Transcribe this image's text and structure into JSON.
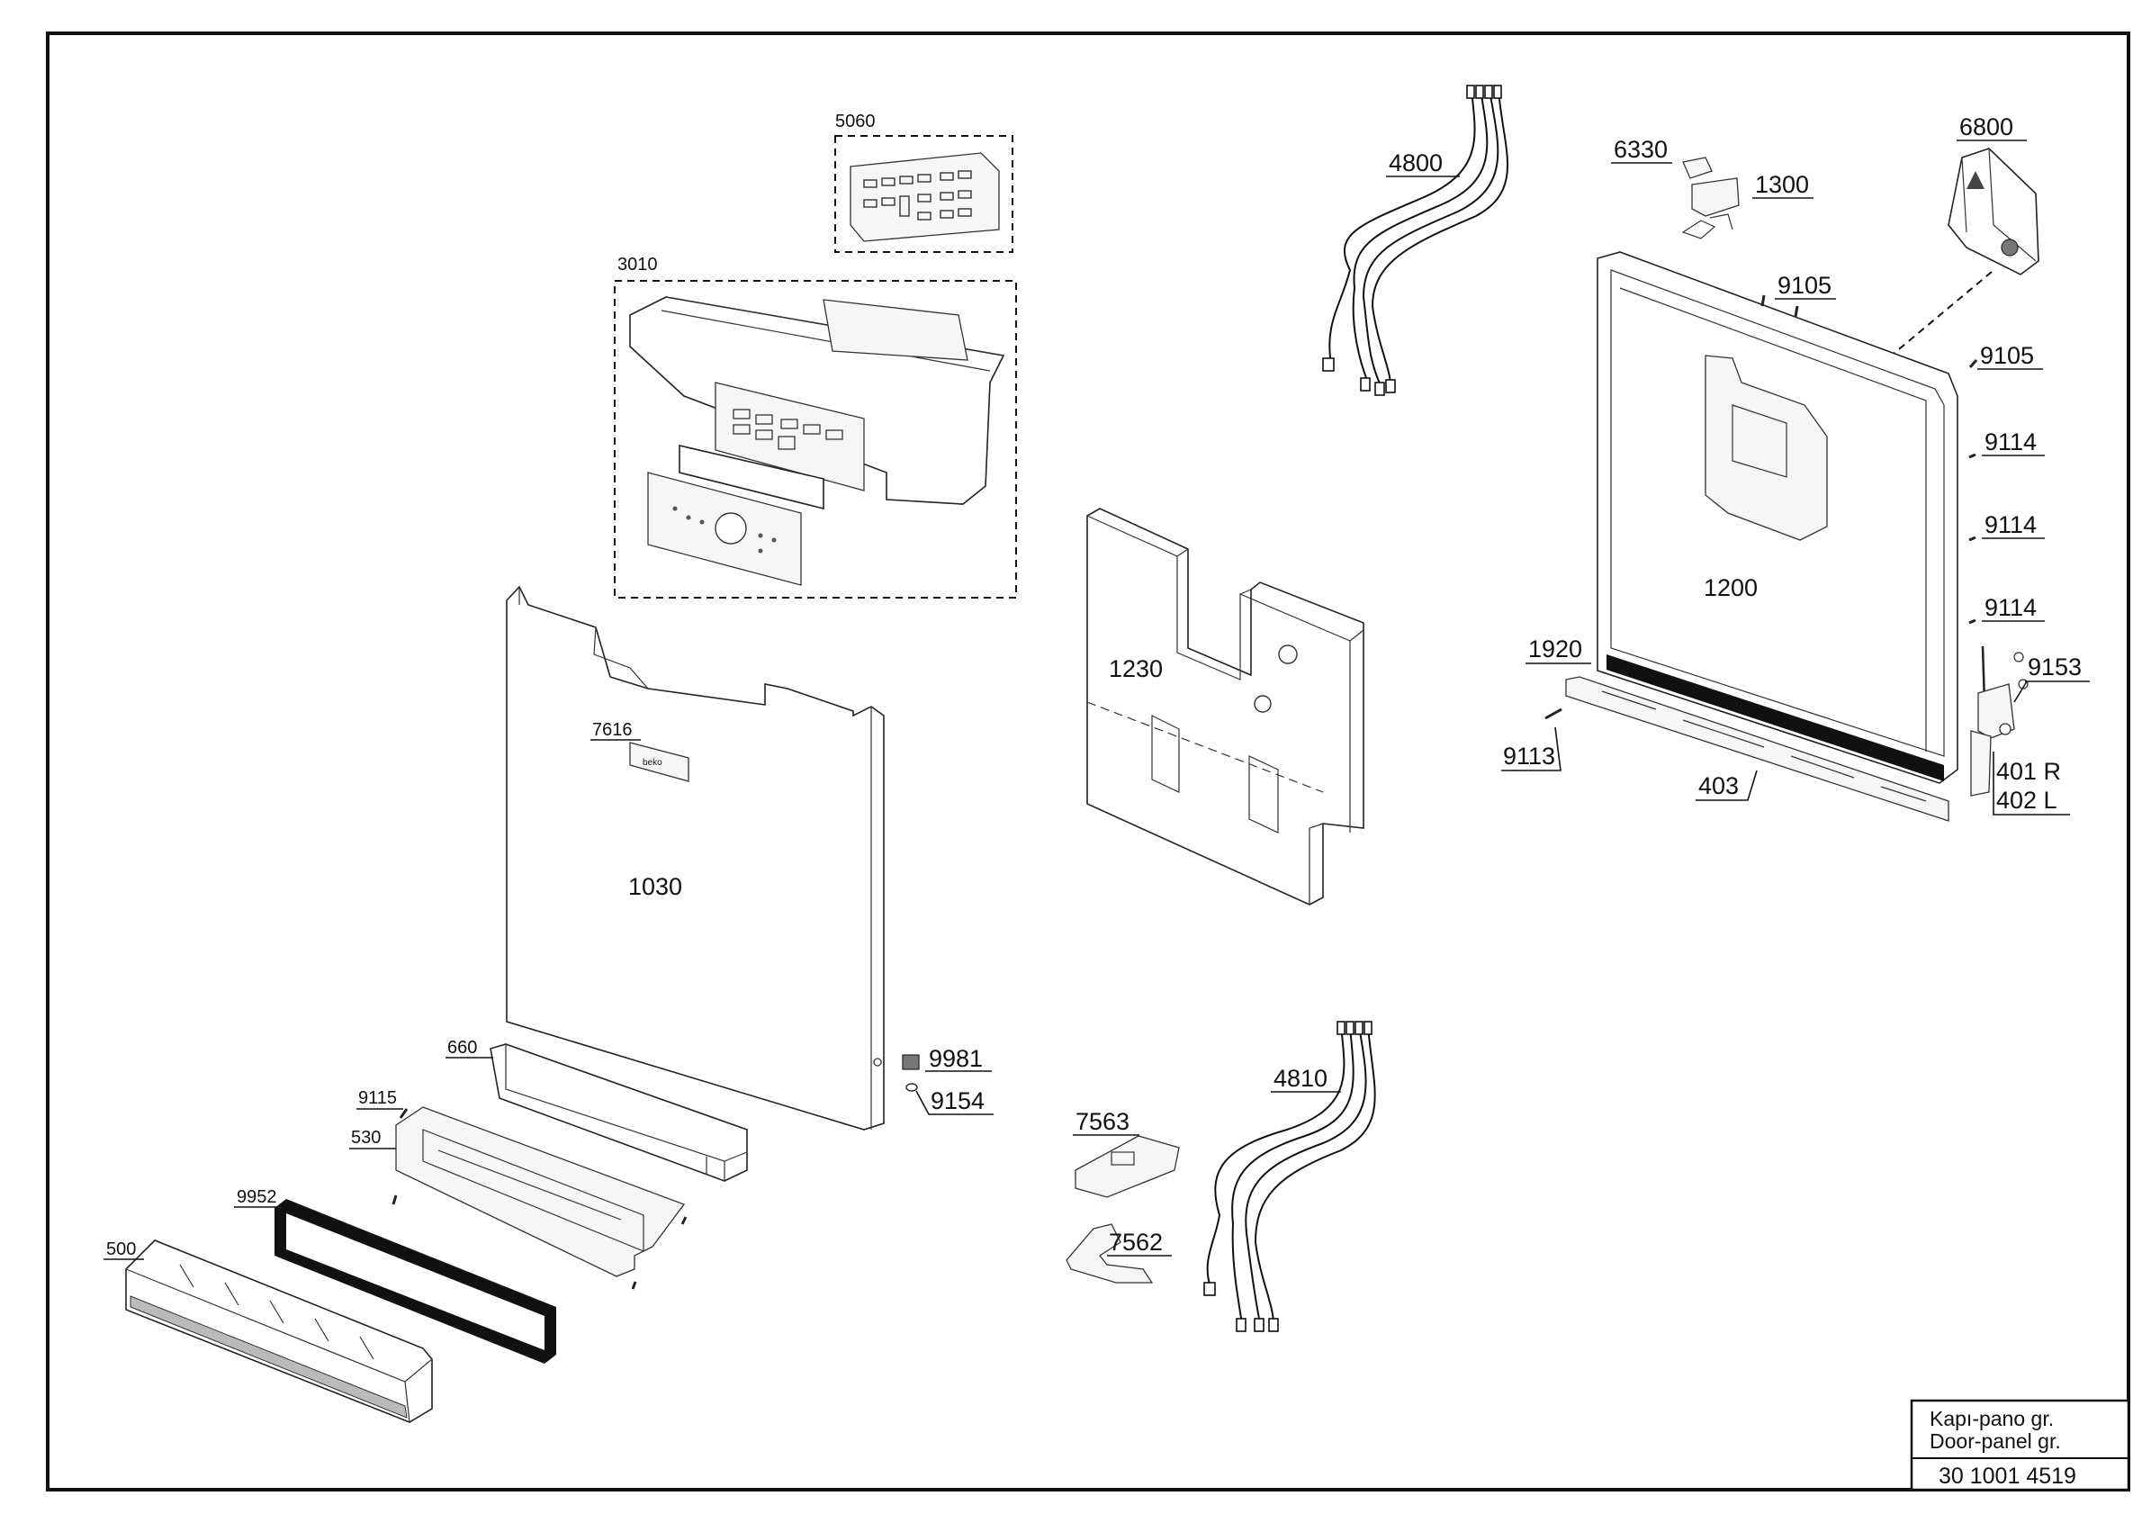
{
  "drawing": {
    "part_numbers": {
      "p5060": "5060",
      "p3010": "3010",
      "p7616": "7616",
      "p1030": "1030",
      "p660": "660",
      "p9115": "9115",
      "p530": "530",
      "p9952": "9952",
      "p500": "500",
      "p9981": "9981",
      "p9154": "9154",
      "p4800": "4800",
      "p1230": "1230",
      "p4810": "4810",
      "p7563": "7563",
      "p7562": "7562",
      "p6330": "6330",
      "p1300": "1300",
      "p6800": "6800",
      "p9105_top": "9105",
      "p9105_right": "9105",
      "p9114_a": "9114",
      "p9114_b": "9114",
      "p9114_c": "9114",
      "p1200": "1200",
      "p1920": "1920",
      "p9153": "9153",
      "p9113": "9113",
      "p403": "403",
      "p401": "401 R",
      "p402": "402 L"
    }
  },
  "title_block": {
    "line1": "Kapı-pano gr.",
    "line2": "Door-panel gr.",
    "code": "30 1001 4519"
  }
}
